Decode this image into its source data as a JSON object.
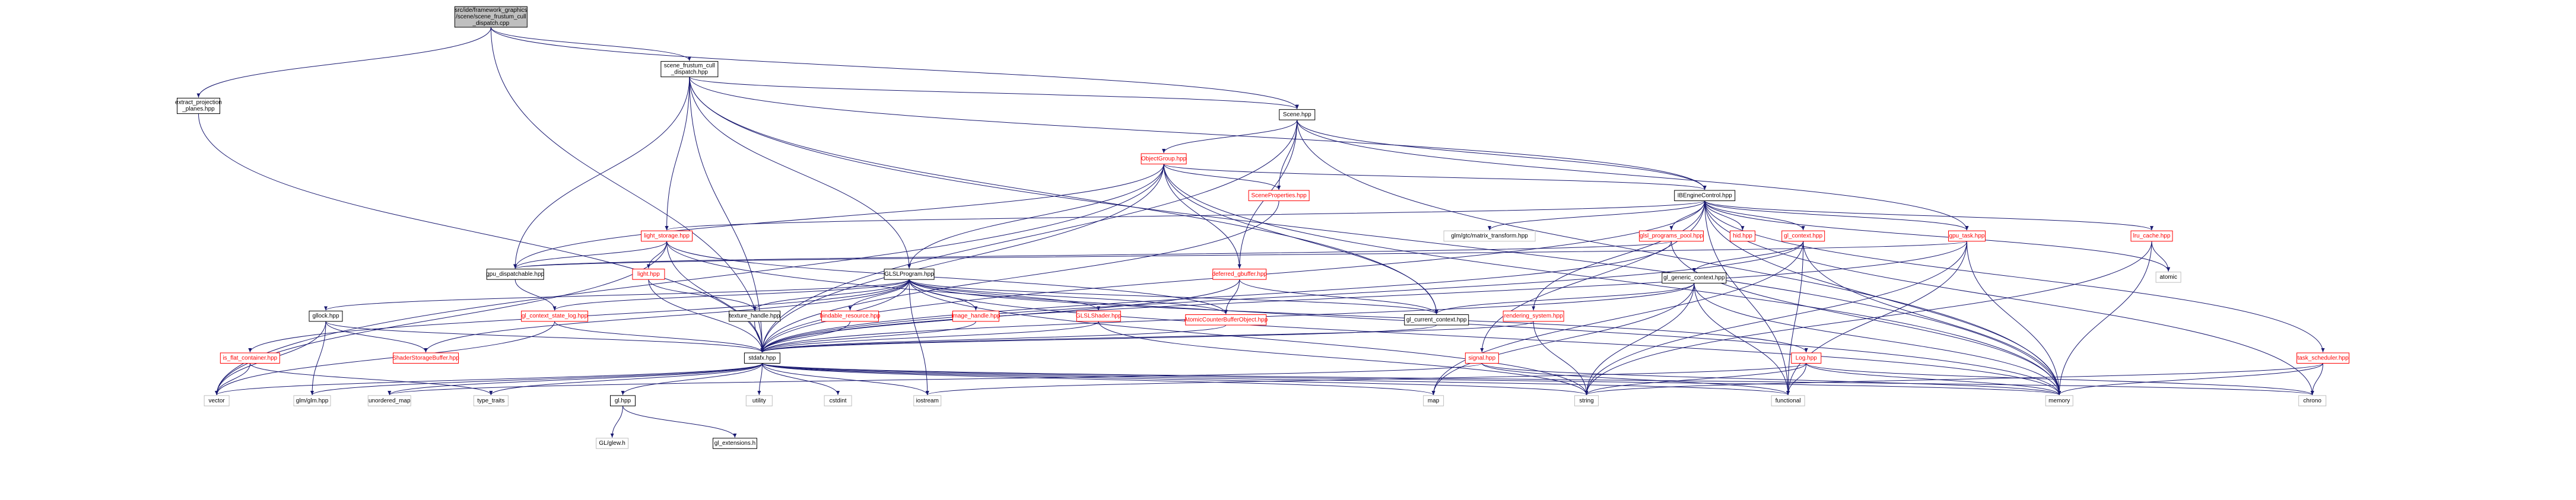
{
  "colors": {
    "root_fill": "#bfbfbf",
    "node_fill": "#ffffff",
    "node_border_black": "#000000",
    "node_border_red": "#ff0000",
    "node_border_gray": "#bfbfbf",
    "edge": "#191970",
    "text_black": "#000000",
    "text_red": "#ff0000"
  },
  "nodes": [
    {
      "id": "root",
      "label": [
        "src/ide/framework_graphics",
        "/scene/scene_frustum_cull",
        "_dispatch.cpp"
      ],
      "kind": "root"
    },
    {
      "id": "extract",
      "label": [
        "extract_projection",
        "_planes.hpp"
      ],
      "kind": "normal"
    },
    {
      "id": "sfcd",
      "label": [
        "scene_frustum_cull",
        "_dispatch.hpp"
      ],
      "kind": "normal"
    },
    {
      "id": "scene",
      "label": [
        "Scene.hpp"
      ],
      "kind": "normal"
    },
    {
      "id": "objgroup",
      "label": [
        "ObjectGroup.hpp"
      ],
      "kind": "red"
    },
    {
      "id": "sceneprops",
      "label": [
        "SceneProperties.hpp"
      ],
      "kind": "red"
    },
    {
      "id": "ibengine",
      "label": [
        "IBEngineControl.hpp"
      ],
      "kind": "normal"
    },
    {
      "id": "lightstorage",
      "label": [
        "light_storage.hpp"
      ],
      "kind": "red"
    },
    {
      "id": "glm_mt",
      "label": [
        "glm/gtc/matrix_transform.hpp"
      ],
      "kind": "gray"
    },
    {
      "id": "hid",
      "label": [
        "hid.hpp"
      ],
      "kind": "red"
    },
    {
      "id": "glslpool",
      "label": [
        "glsl_programs_pool.hpp"
      ],
      "kind": "red"
    },
    {
      "id": "glctx",
      "label": [
        "gl_context.hpp"
      ],
      "kind": "red"
    },
    {
      "id": "gputask",
      "label": [
        "gpu_task.hpp"
      ],
      "kind": "red"
    },
    {
      "id": "lrucache",
      "label": [
        "lru_cache.hpp"
      ],
      "kind": "red"
    },
    {
      "id": "atomic",
      "label": [
        "atomic"
      ],
      "kind": "gray"
    },
    {
      "id": "gpudisp",
      "label": [
        "gpu_dispatchable.hpp"
      ],
      "kind": "normal"
    },
    {
      "id": "light",
      "label": [
        "light.hpp"
      ],
      "kind": "red"
    },
    {
      "id": "glslprog",
      "label": [
        "GLSLProgram.hpp"
      ],
      "kind": "normal"
    },
    {
      "id": "deferred",
      "label": [
        "deferred_gbuffer.hpp"
      ],
      "kind": "red"
    },
    {
      "id": "glgeneric",
      "label": [
        "gl_generic_context.hpp"
      ],
      "kind": "normal"
    },
    {
      "id": "gllock",
      "label": [
        "gllock.hpp"
      ],
      "kind": "normal"
    },
    {
      "id": "glctxstate",
      "label": [
        "gl_context_state_log.hpp"
      ],
      "kind": "red"
    },
    {
      "id": "texhandle",
      "label": [
        "texture_handle.hpp"
      ],
      "kind": "normal"
    },
    {
      "id": "bindres",
      "label": [
        "bindable_resource.hpp"
      ],
      "kind": "red"
    },
    {
      "id": "imghandle",
      "label": [
        "image_handle.hpp"
      ],
      "kind": "red"
    },
    {
      "id": "glslshader",
      "label": [
        "GLSLShader.hpp"
      ],
      "kind": "red"
    },
    {
      "id": "acbo",
      "label": [
        "AtomicCounterBufferObject.hpp"
      ],
      "kind": "red"
    },
    {
      "id": "glcurctx",
      "label": [
        "gl_current_context.hpp"
      ],
      "kind": "normal"
    },
    {
      "id": "rendsys",
      "label": [
        "rendering_system.hpp"
      ],
      "kind": "red"
    },
    {
      "id": "tasksched",
      "label": [
        "task_scheduler.hpp"
      ],
      "kind": "red"
    },
    {
      "id": "isflat",
      "label": [
        "is_flat_container.hpp"
      ],
      "kind": "red"
    },
    {
      "id": "ssbo",
      "label": [
        "ShaderStorageBuffer.hpp"
      ],
      "kind": "red"
    },
    {
      "id": "stdafx",
      "label": [
        "stdafx.hpp"
      ],
      "kind": "normal"
    },
    {
      "id": "signal",
      "label": [
        "signal.hpp"
      ],
      "kind": "red"
    },
    {
      "id": "log",
      "label": [
        "Log.hpp"
      ],
      "kind": "red"
    },
    {
      "id": "vector",
      "label": [
        "vector"
      ],
      "kind": "gray"
    },
    {
      "id": "glmglm",
      "label": [
        "glm/glm.hpp"
      ],
      "kind": "gray"
    },
    {
      "id": "umap",
      "label": [
        "unordered_map"
      ],
      "kind": "gray"
    },
    {
      "id": "typetraits",
      "label": [
        "type_traits"
      ],
      "kind": "gray"
    },
    {
      "id": "glhpp",
      "label": [
        "gl.hpp"
      ],
      "kind": "normal"
    },
    {
      "id": "utility",
      "label": [
        "utility"
      ],
      "kind": "gray"
    },
    {
      "id": "cstdint",
      "label": [
        "cstdint"
      ],
      "kind": "gray"
    },
    {
      "id": "iostream",
      "label": [
        "iostream"
      ],
      "kind": "gray"
    },
    {
      "id": "map",
      "label": [
        "map"
      ],
      "kind": "gray"
    },
    {
      "id": "string",
      "label": [
        "string"
      ],
      "kind": "gray"
    },
    {
      "id": "functional",
      "label": [
        "functional"
      ],
      "kind": "gray"
    },
    {
      "id": "memory",
      "label": [
        "memory"
      ],
      "kind": "gray"
    },
    {
      "id": "chrono",
      "label": [
        "chrono"
      ],
      "kind": "gray"
    },
    {
      "id": "glew",
      "label": [
        "GL/glew.h"
      ],
      "kind": "gray"
    },
    {
      "id": "glext",
      "label": [
        "gl_extensions.h"
      ],
      "kind": "normal"
    }
  ],
  "edges": [
    [
      "root",
      "extract"
    ],
    [
      "root",
      "sfcd"
    ],
    [
      "root",
      "scene"
    ],
    [
      "root",
      "stdafx"
    ],
    [
      "extract",
      "stdafx"
    ],
    [
      "sfcd",
      "scene"
    ],
    [
      "sfcd",
      "ibengine"
    ],
    [
      "sfcd",
      "lightstorage"
    ],
    [
      "sfcd",
      "gpudisp"
    ],
    [
      "sfcd",
      "glslprog"
    ],
    [
      "sfcd",
      "glcurctx"
    ],
    [
      "sfcd",
      "stdafx"
    ],
    [
      "sfcd",
      "memory"
    ],
    [
      "scene",
      "objgroup"
    ],
    [
      "scene",
      "sceneprops"
    ],
    [
      "scene",
      "ibengine"
    ],
    [
      "scene",
      "deferred"
    ],
    [
      "scene",
      "gputask"
    ],
    [
      "scene",
      "stdafx"
    ],
    [
      "scene",
      "memory"
    ],
    [
      "objgroup",
      "sceneprops"
    ],
    [
      "objgroup",
      "ibengine"
    ],
    [
      "objgroup",
      "glslprog"
    ],
    [
      "objgroup",
      "gpudisp"
    ],
    [
      "objgroup",
      "deferred"
    ],
    [
      "objgroup",
      "glcurctx"
    ],
    [
      "objgroup",
      "stdafx"
    ],
    [
      "objgroup",
      "vector"
    ],
    [
      "objgroup",
      "memory"
    ],
    [
      "sceneprops",
      "stdafx"
    ],
    [
      "ibengine",
      "lightstorage"
    ],
    [
      "ibengine",
      "glm_mt"
    ],
    [
      "ibengine",
      "hid"
    ],
    [
      "ibengine",
      "glslpool"
    ],
    [
      "ibengine",
      "glctx"
    ],
    [
      "ibengine",
      "gputask"
    ],
    [
      "ibengine",
      "lrucache"
    ],
    [
      "ibengine",
      "atomic"
    ],
    [
      "ibengine",
      "signal"
    ],
    [
      "ibengine",
      "rendsys"
    ],
    [
      "ibengine",
      "tasksched"
    ],
    [
      "ibengine",
      "stdafx"
    ],
    [
      "ibengine",
      "memory"
    ],
    [
      "ibengine",
      "chrono"
    ],
    [
      "ibengine",
      "functional"
    ],
    [
      "lightstorage",
      "light"
    ],
    [
      "lightstorage",
      "gpudisp"
    ],
    [
      "lightstorage",
      "acbo"
    ],
    [
      "lightstorage",
      "stdafx"
    ],
    [
      "lightstorage",
      "vector"
    ],
    [
      "lightstorage",
      "memory"
    ],
    [
      "light",
      "texhandle"
    ],
    [
      "light",
      "stdafx"
    ],
    [
      "gpudisp",
      "glctxstate"
    ],
    [
      "glslpool",
      "gpudisp"
    ],
    [
      "glslpool",
      "stdafx"
    ],
    [
      "glslpool",
      "memory"
    ],
    [
      "glctx",
      "glgeneric"
    ],
    [
      "glctx",
      "stdafx"
    ],
    [
      "glctx",
      "map"
    ],
    [
      "glctx",
      "functional"
    ],
    [
      "glctx",
      "memory"
    ],
    [
      "gputask",
      "gpudisp"
    ],
    [
      "gputask",
      "stdafx"
    ],
    [
      "gputask",
      "string"
    ],
    [
      "gputask",
      "functional"
    ],
    [
      "gputask",
      "memory"
    ],
    [
      "lrucache",
      "atomic"
    ],
    [
      "lrucache",
      "memory"
    ],
    [
      "lrucache",
      "string"
    ],
    [
      "glslprog",
      "gllock"
    ],
    [
      "glslprog",
      "glctxstate"
    ],
    [
      "glslprog",
      "texhandle"
    ],
    [
      "glslprog",
      "bindres"
    ],
    [
      "glslprog",
      "imghandle"
    ],
    [
      "glslprog",
      "glslshader"
    ],
    [
      "glslprog",
      "acbo"
    ],
    [
      "glslprog",
      "glcurctx"
    ],
    [
      "glslprog",
      "isflat"
    ],
    [
      "glslprog",
      "ssbo"
    ],
    [
      "glslprog",
      "stdafx"
    ],
    [
      "glslprog",
      "log"
    ],
    [
      "glslprog",
      "iostream"
    ],
    [
      "glslprog",
      "string"
    ],
    [
      "glslprog",
      "memory"
    ],
    [
      "deferred",
      "acbo"
    ],
    [
      "deferred",
      "glcurctx"
    ],
    [
      "deferred",
      "stdafx"
    ],
    [
      "glgeneric",
      "glcurctx"
    ],
    [
      "glgeneric",
      "stdafx"
    ],
    [
      "glgeneric",
      "map"
    ],
    [
      "glgeneric",
      "string"
    ],
    [
      "glgeneric",
      "functional"
    ],
    [
      "glgeneric",
      "memory"
    ],
    [
      "gllock",
      "ssbo"
    ],
    [
      "gllock",
      "stdafx"
    ],
    [
      "gllock",
      "vector"
    ],
    [
      "gllock",
      "glmglm"
    ],
    [
      "glctxstate",
      "stdafx"
    ],
    [
      "glctxstate",
      "vector"
    ],
    [
      "texhandle",
      "stdafx"
    ],
    [
      "bindres",
      "stdafx"
    ],
    [
      "imghandle",
      "stdafx"
    ],
    [
      "glslshader",
      "stdafx"
    ],
    [
      "glslshader",
      "string"
    ],
    [
      "acbo",
      "stdafx"
    ],
    [
      "glcurctx",
      "stdafx"
    ],
    [
      "rendsys",
      "stdafx"
    ],
    [
      "rendsys",
      "string"
    ],
    [
      "tasksched",
      "memory"
    ],
    [
      "tasksched",
      "chrono"
    ],
    [
      "tasksched",
      "string"
    ],
    [
      "isflat",
      "vector"
    ],
    [
      "isflat",
      "typetraits"
    ],
    [
      "stdafx",
      "vector"
    ],
    [
      "stdafx",
      "glmglm"
    ],
    [
      "stdafx",
      "umap"
    ],
    [
      "stdafx",
      "typetraits"
    ],
    [
      "stdafx",
      "glhpp"
    ],
    [
      "stdafx",
      "utility"
    ],
    [
      "stdafx",
      "cstdint"
    ],
    [
      "stdafx",
      "iostream"
    ],
    [
      "stdafx",
      "map"
    ],
    [
      "stdafx",
      "string"
    ],
    [
      "stdafx",
      "functional"
    ],
    [
      "stdafx",
      "memory"
    ],
    [
      "stdafx",
      "chrono"
    ],
    [
      "signal",
      "functional"
    ],
    [
      "signal",
      "memory"
    ],
    [
      "signal",
      "umap"
    ],
    [
      "log",
      "string"
    ],
    [
      "log",
      "memory"
    ],
    [
      "log",
      "functional"
    ],
    [
      "log",
      "chrono"
    ],
    [
      "log",
      "iostream"
    ],
    [
      "glhpp",
      "glew"
    ],
    [
      "glhpp",
      "glext"
    ]
  ]
}
